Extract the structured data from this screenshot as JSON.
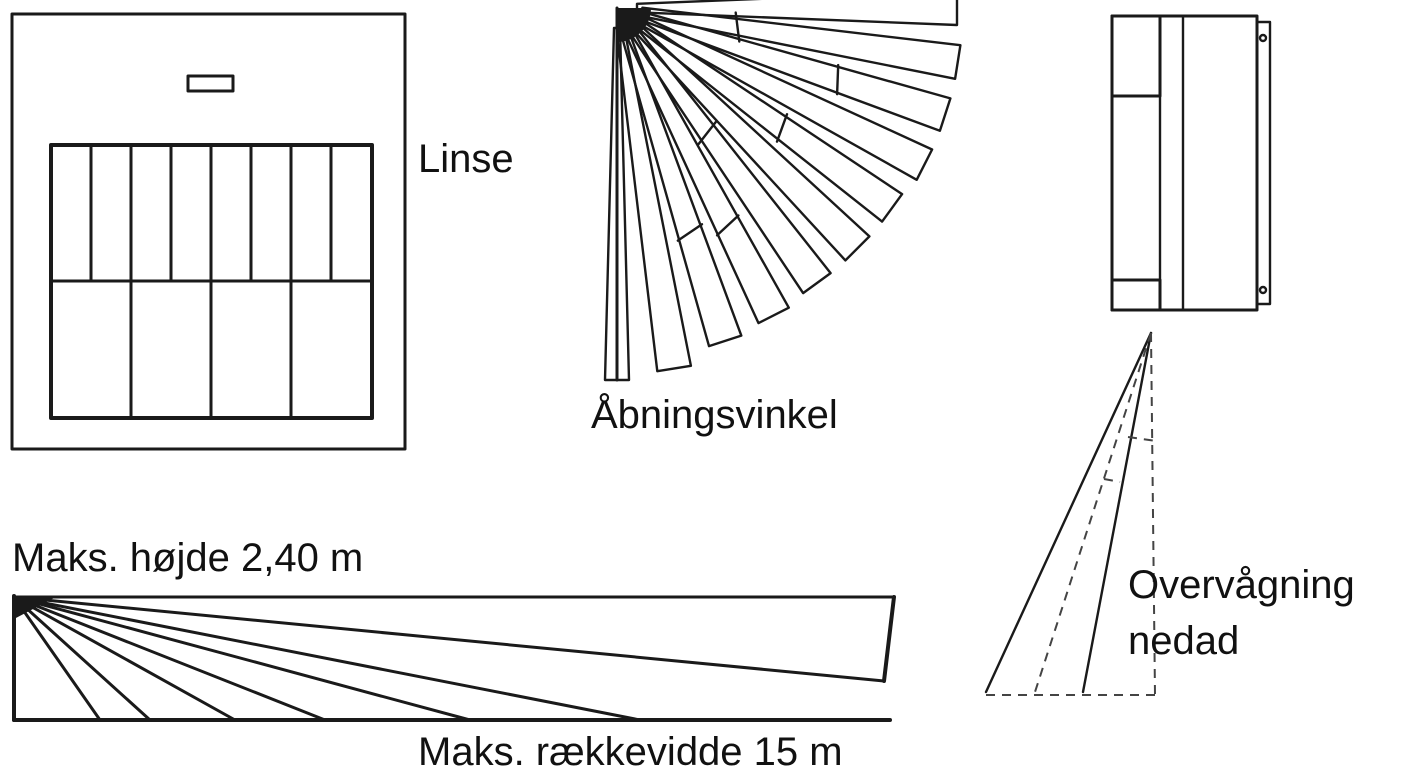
{
  "labels": {
    "lens": "Linse",
    "opening_angle": "Åbningsvinkel",
    "max_height": "Maks. højde 2,40 m",
    "max_range": "Maks. rækkevidde 15 m",
    "downward_line1": "Overvågning",
    "downward_line2": "nedad"
  },
  "colors": {
    "line": "#1a1a1a",
    "text": "#111111",
    "background": "#ffffff"
  }
}
